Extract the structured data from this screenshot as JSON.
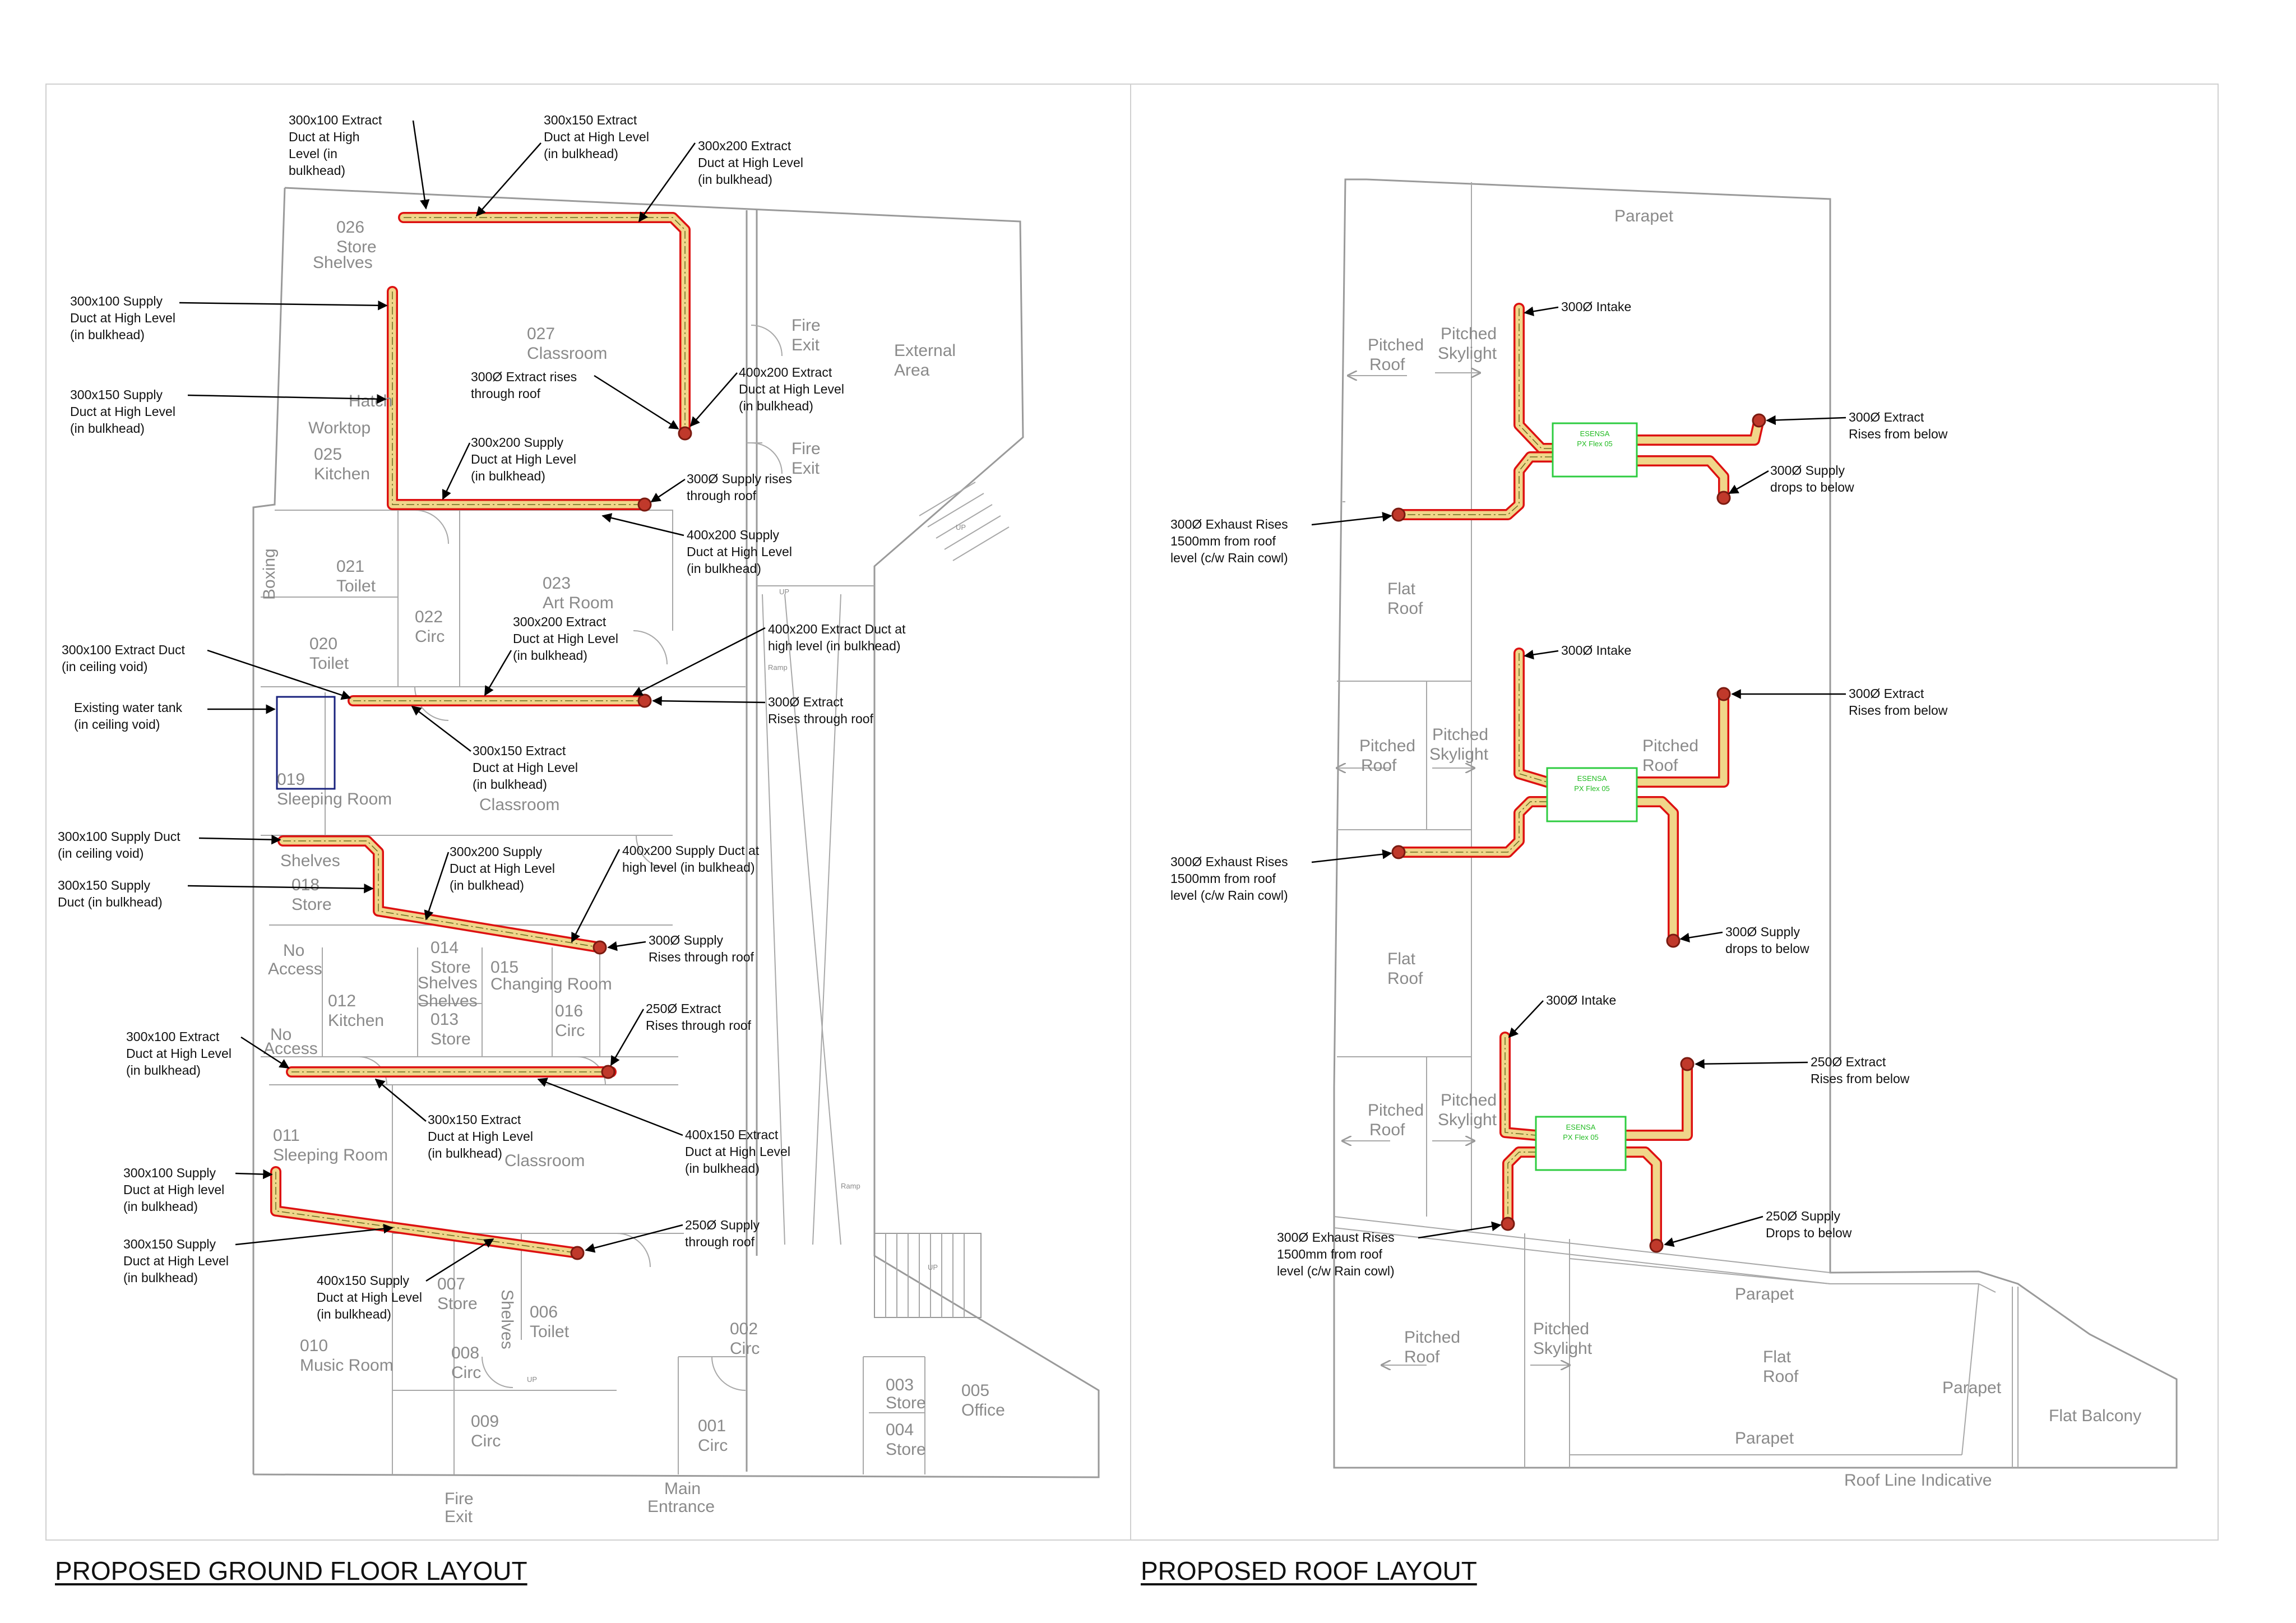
{
  "titles": {
    "ground": "PROPOSED GROUND FLOOR LAYOUT",
    "roof": "PROPOSED ROOF LAYOUT"
  },
  "colors": {
    "duct_outline": "#d11111",
    "duct_fill": "#f0d68a",
    "riser": "#c0392b",
    "unit_outline": "#2ecc40",
    "water_tank": "#1a237e",
    "walls": "#9a9a9a"
  },
  "ground_rooms": {
    "r026": "026",
    "r026n": "Store",
    "shelves1": "Shelves",
    "r027": "027",
    "r027n": "Classroom",
    "fire_exit1": "Fire",
    "fire_exit1b": "Exit",
    "fire_exit2": "Fire",
    "fire_exit2b": "Exit",
    "external": "External",
    "external_b": "Area",
    "hatch": "Hatch",
    "worktop": "Worktop",
    "r025": "025",
    "r025n": "Kitchen",
    "r021": "021",
    "r021n": "Toilet",
    "r022": "022",
    "r022n": "Circ",
    "r023": "023",
    "r023n": "Art Room",
    "r020": "020",
    "r020n": "Toilet",
    "boxing": "Boxing",
    "r019": "019",
    "r019n": "Sleeping Room",
    "r017a": "Classroom",
    "shelves2": "Shelves",
    "r018": "018",
    "r018n": "Store",
    "noaccess1": "No",
    "noaccess1b": "Access",
    "r014": "014",
    "r014n": "Store",
    "shelves3": "Shelves",
    "shelves4": "Shelves",
    "r015": "015",
    "r015n": "Changing Room",
    "r012": "012",
    "r012n": "Kitchen",
    "r013": "013",
    "r013n": "Store",
    "r016": "016",
    "r016n": "Circ",
    "noaccess2": "No",
    "noaccess2b": "Access",
    "r011": "011",
    "r011n": "Sleeping Room",
    "r017b": "Classroom",
    "r007": "007",
    "r007n": "Store",
    "shelves5": "Shelves",
    "r006": "006",
    "r006n": "Toilet",
    "r010": "010",
    "r010n": "Music Room",
    "r008": "008",
    "r008n": "Circ",
    "r009": "009",
    "r009n": "Circ",
    "r002": "002",
    "r002n": "Circ",
    "r001": "001",
    "r001n": "Circ",
    "r003": "003",
    "r003n": "Store",
    "r004": "004",
    "r004n": "Store",
    "r005": "005",
    "r005n": "Office",
    "fire_exit3": "Fire",
    "fire_exit3b": "Exit",
    "main": "Main",
    "mainb": "Entrance",
    "ramp1": "Ramp",
    "ramp2": "Ramp",
    "up1": "UP",
    "up2": "UP",
    "up3": "UP",
    "up4": "UP"
  },
  "ground_annotations": [
    [
      "300x100 Extract",
      "Duct at High",
      "Level (in",
      "bulkhead)"
    ],
    [
      "300x150 Extract",
      "Duct at High Level",
      "(in bulkhead)"
    ],
    [
      "300x200 Extract",
      "Duct at High Level",
      "(in bulkhead)"
    ],
    [
      "300x100 Supply",
      "Duct at High Level",
      "(in bulkhead)"
    ],
    [
      "300x150 Supply",
      "Duct at High Level",
      "(in bulkhead)"
    ],
    [
      "300Ø Extract rises",
      "through roof"
    ],
    [
      "400x200 Extract",
      "Duct at High Level",
      "(in bulkhead)"
    ],
    [
      "300x200 Supply",
      "Duct at High Level",
      "(in bulkhead)"
    ],
    [
      "300Ø Supply rises",
      "through roof"
    ],
    [
      "400x200 Supply",
      "Duct at High Level",
      "(in bulkhead)"
    ],
    [
      "300x200 Extract",
      "Duct at High Level",
      "(in bulkhead)"
    ],
    [
      "300x100 Extract Duct",
      "(in ceiling void)"
    ],
    [
      "400x200 Extract Duct at",
      "high level (in bulkhead)"
    ],
    [
      "Existing water tank",
      "(in ceiling void)"
    ],
    [
      "300Ø Extract",
      "Rises through roof"
    ],
    [
      "300x150 Extract",
      "Duct at High Level",
      "(in bulkhead)"
    ],
    [
      "300x100 Supply Duct",
      "(in ceiling void)"
    ],
    [
      "300x200 Supply",
      "Duct at High Level",
      "(in bulkhead)"
    ],
    [
      "400x200 Supply Duct at",
      "high level (in bulkhead)"
    ],
    [
      "300x150 Supply",
      "Duct (in bulkhead)"
    ],
    [
      "300Ø Supply",
      "Rises through roof"
    ],
    [
      "250Ø Extract",
      "Rises through roof"
    ],
    [
      "300x100 Extract",
      "Duct at High Level",
      "(in bulkhead)"
    ],
    [
      "300x150 Extract",
      "Duct at High Level",
      "(in bulkhead)"
    ],
    [
      "400x150 Extract",
      "Duct at High Level",
      "(in bulkhead)"
    ],
    [
      "300x100 Supply",
      "Duct at High level",
      "(in bulkhead)"
    ],
    [
      "250Ø Supply",
      "through roof"
    ],
    [
      "300x150 Supply",
      "Duct at High Level",
      "(in bulkhead)"
    ],
    [
      "400x150 Supply",
      "Duct at High Level",
      "(in bulkhead)"
    ]
  ],
  "roof_labels": {
    "parapet_top": "Parapet",
    "pitched_roof1": "Pitched",
    "pitched_roof1b": "Roof",
    "pitched_sky1": "Pitched",
    "pitched_sky1b": "Skylight",
    "flat1": "Flat",
    "flat1b": "Roof",
    "pitched_roof2": "Pitched",
    "pitched_roof2b": "Roof",
    "pitched_sky2": "Pitched",
    "pitched_sky2b": "Skylight",
    "pitched_roof2c": "Pitched",
    "pitched_roof2d": "Roof",
    "flat2": "Flat",
    "flat2b": "Roof",
    "pitched_roof3": "Pitched",
    "pitched_roof3b": "Roof",
    "pitched_sky3": "Pitched",
    "pitched_sky3b": "Skylight",
    "parapet_mid": "Parapet",
    "pitched_roof4": "Pitched",
    "pitched_roof4b": "Roof",
    "pitched_sky4": "Pitched",
    "pitched_sky4b": "Skylight",
    "flat3": "Flat",
    "flat3b": "Roof",
    "parapet_right": "Parapet",
    "parapet_bottom": "Parapet",
    "flat_balcony": "Flat Balcony",
    "roof_line": "Roof Line Indicative"
  },
  "units": [
    {
      "name": "ESENSA",
      "model": "PX Flex 05"
    },
    {
      "name": "ESENSA",
      "model": "PX Flex 05"
    },
    {
      "name": "ESENSA",
      "model": "PX Flex 05"
    }
  ],
  "roof_annotations": [
    [
      "300Ø Intake"
    ],
    [
      "300Ø Extract",
      "Rises from below"
    ],
    [
      "300Ø Supply",
      "drops to below"
    ],
    [
      "300Ø Exhaust Rises",
      "1500mm from roof",
      "level (c/w Rain cowl)"
    ],
    [
      "300Ø Intake"
    ],
    [
      "300Ø Extract",
      "Rises from below"
    ],
    [
      "300Ø Exhaust Rises",
      "1500mm from roof",
      "level (c/w Rain cowl)"
    ],
    [
      "300Ø Supply",
      "drops to below"
    ],
    [
      "300Ø Intake"
    ],
    [
      "250Ø Extract",
      "Rises from below"
    ],
    [
      "300Ø Exhaust Rises",
      "1500mm from roof",
      "level (c/w Rain cowl)"
    ],
    [
      "250Ø Supply",
      "Drops to below"
    ]
  ]
}
